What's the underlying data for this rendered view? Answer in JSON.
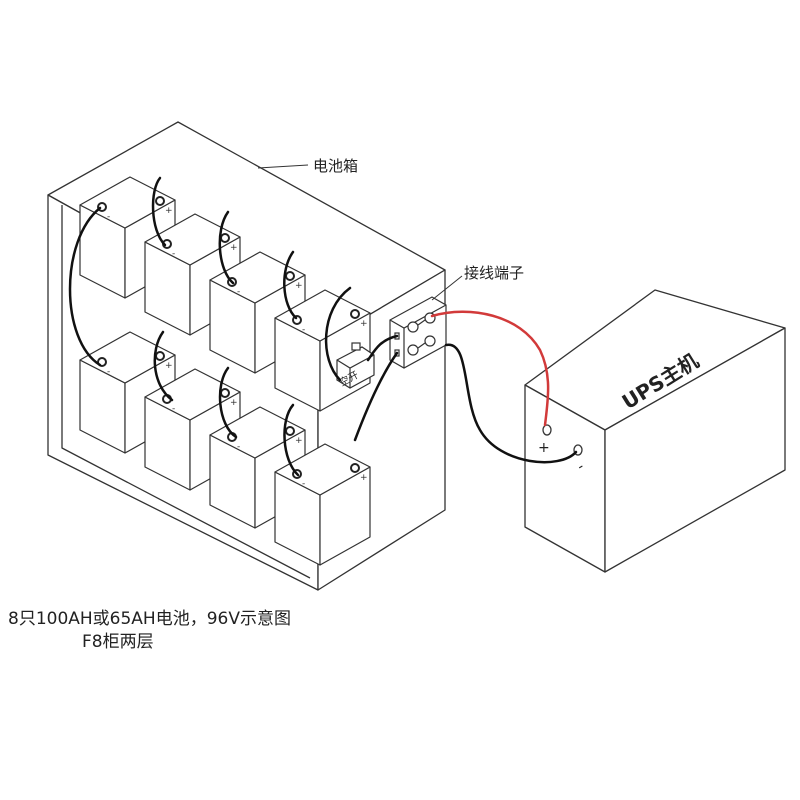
{
  "labels": {
    "battery_box": "电池箱",
    "terminal_block": "接线端子",
    "ups_host": "UPS主机",
    "breaker": "空开",
    "plus": "+",
    "minus": "-"
  },
  "caption": {
    "line1": "8只100AH或65AH电池，96V示意图",
    "line2": "F8柜两层"
  },
  "battery_count": 8,
  "colors": {
    "line": "#222222",
    "positive_cable": "#d23a3a",
    "cable": "#111111"
  }
}
